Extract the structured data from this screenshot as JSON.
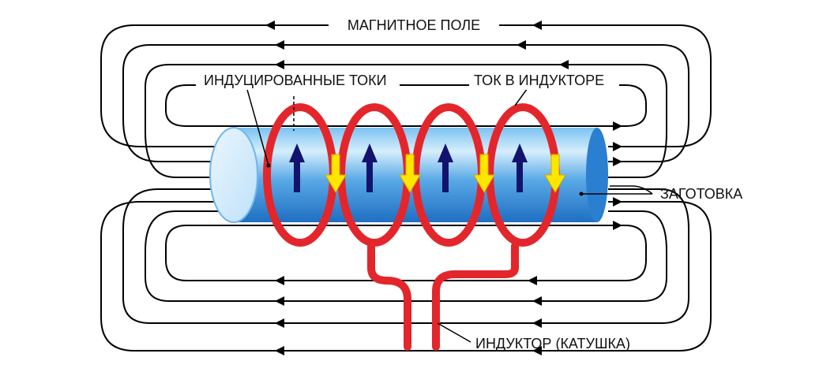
{
  "labels": {
    "magnetic_field": "МАГНИТНОЕ ПОЛЕ",
    "induced_currents": "ИНДУЦИРОВАННЫЕ ТОКИ",
    "inductor_current": "ТОК В ИНДУКТОРЕ",
    "workpiece": "ЗАГОТОВКА",
    "inductor": "ИНДУКТОР (КАТУШКА)"
  },
  "colors": {
    "field_line": "#000000",
    "coil": "#e3262b",
    "workpiece_light": "#d4ecfb",
    "workpiece_dark": "#2f86d6",
    "induced_arrow": "#13136e",
    "current_arrow": "#ffe600"
  },
  "icons": {
    "field_arrow": "arrowhead-icon",
    "induced_arrow": "up-arrow-icon",
    "current_arrow": "down-arrow-icon"
  }
}
